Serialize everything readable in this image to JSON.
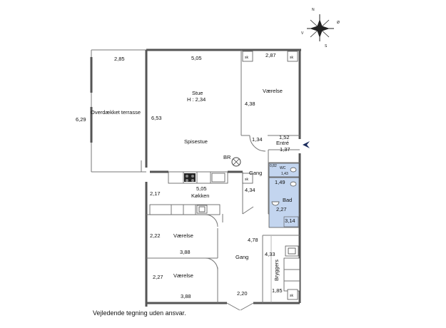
{
  "compass": {
    "north": "N",
    "west": "V",
    "east": "Ø",
    "south": "S"
  },
  "rooms": {
    "terrace": {
      "name": "Overdækket terrasse",
      "width": "2,85",
      "height": "6,29"
    },
    "stue": {
      "name": "Stue",
      "ceiling": "H : 2,34",
      "width": "5,05",
      "height": "6,53"
    },
    "spisestue": {
      "name": "Spisestue"
    },
    "vaerelse_top": {
      "name": "Værelse",
      "width": "2,87",
      "height": "4,38"
    },
    "entre": {
      "name": "Entré",
      "width": "1,52",
      "height": "1,37"
    },
    "gang_upper": {
      "name": "Gang",
      "dim_a": "1,34",
      "dim_b": "4,34"
    },
    "wc": {
      "name": "WC",
      "dim_a": "0,82",
      "dim_b": "1,43"
    },
    "bad": {
      "name": "Bad",
      "dim_a": "1,49",
      "dim_b": "2,27",
      "dim_c": "3,14"
    },
    "kokken": {
      "name": "Køkken",
      "width": "5,05",
      "height": "2,17"
    },
    "br": {
      "name": "BR"
    },
    "vaerelse_mid": {
      "name": "Værelse",
      "width": "3,88",
      "height": "2,22"
    },
    "vaerelse_low": {
      "name": "Værelse",
      "width": "3,88",
      "height": "2,27"
    },
    "gang_lower": {
      "name": "Gang",
      "width": "2,20",
      "height": "4,78"
    },
    "bryggers": {
      "name": "Bryggers",
      "width": "1,85",
      "height": "4,33"
    }
  },
  "closet_label": "sk",
  "disclaimer": "Vejledende tegning uden ansvar."
}
